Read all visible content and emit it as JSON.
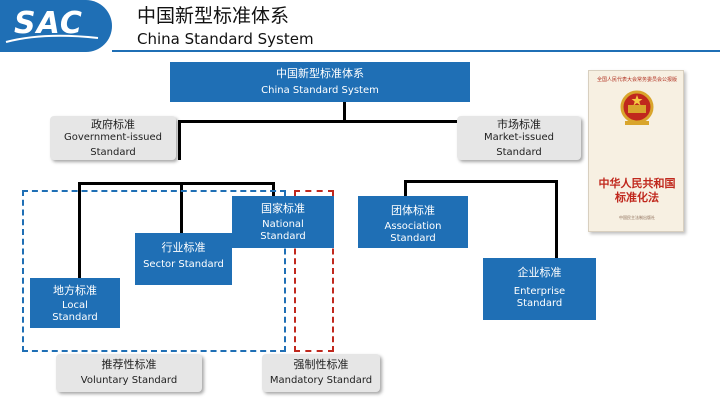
{
  "header": {
    "logo": "SAC",
    "title_cn": "中国新型标准体系",
    "title_en": "China Standard System"
  },
  "root": {
    "cn": "中国新型标准体系",
    "en": "China Standard System"
  },
  "government": {
    "cn": "政府标准",
    "en1": "Government-issued",
    "en2": "Standard"
  },
  "market": {
    "cn": "市场标准",
    "en1": "Market-issued",
    "en2": "Standard"
  },
  "national": {
    "cn": "国家标准",
    "en1": "National",
    "en2": "Standard"
  },
  "sector": {
    "cn": "行业标准",
    "en": "Sector Standard"
  },
  "local": {
    "cn": "地方标准",
    "en1": "Local",
    "en2": "Standard"
  },
  "association": {
    "cn": "团体标准",
    "en1": "Association",
    "en2": "Standard"
  },
  "enterprise": {
    "cn": "企业标准",
    "en1": "Enterprise",
    "en2": "Standard"
  },
  "voluntary": {
    "cn": "推荐性标准",
    "en": "Voluntary Standard"
  },
  "mandatory": {
    "cn": "强制性标准",
    "en": "Mandatory Standard"
  },
  "book": {
    "top": "全国人民代表大会常务委员会公报版",
    "title1": "中华人民共和国",
    "title2": "标准化法",
    "foot": "中国民主法制出版社"
  },
  "colors": {
    "brand_blue": "#1f6fb5",
    "voluntary_group_border": "#1f6fb5",
    "mandatory_group_border": "#c0281d",
    "book_title": "#c0281d"
  }
}
